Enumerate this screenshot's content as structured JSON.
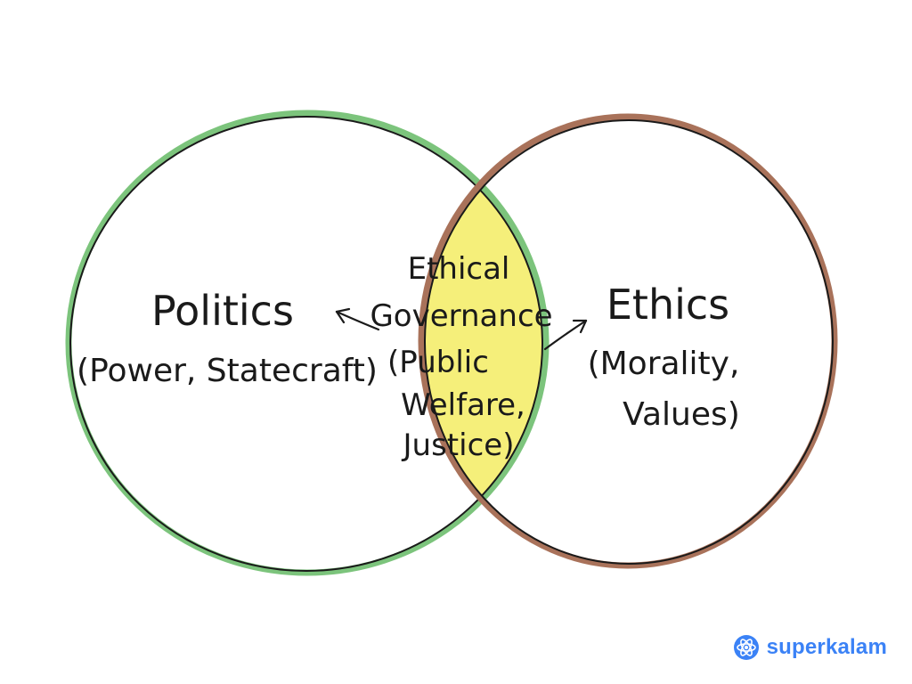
{
  "diagram": {
    "left_circle": {
      "title": "Politics",
      "subtitle": "(Power, Statecraft)",
      "color": "#7cc47c"
    },
    "right_circle": {
      "title": "Ethics",
      "subtitle_line1": "(Morality,",
      "subtitle_line2": "Values)",
      "color": "#a9725a"
    },
    "overlap": {
      "line1": "Ethical",
      "line2": "Governance",
      "line3": "(Public",
      "line4": "Welfare,",
      "line5": "Justice)",
      "color": "#f5ef7a"
    }
  },
  "brand": {
    "name": "superkalam",
    "color": "#3b82f6",
    "icon": "atom-icon"
  }
}
